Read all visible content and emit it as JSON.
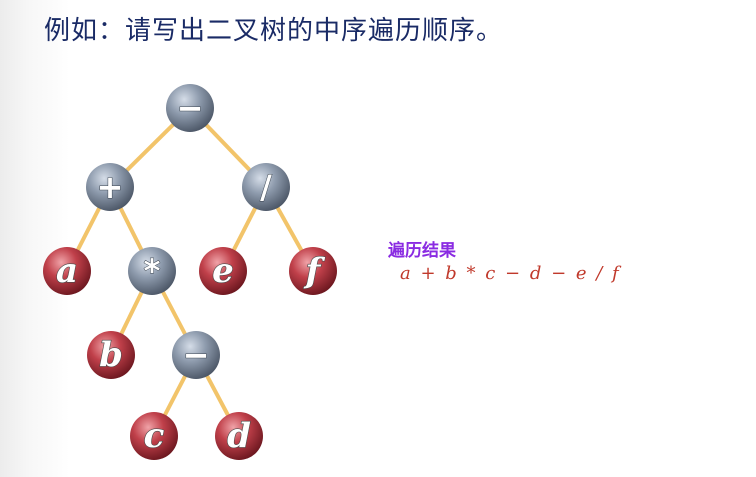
{
  "title": "例如：请写出二叉树的中序遍历顺序。",
  "tree": {
    "nodes": [
      {
        "id": "root",
        "label": "−",
        "kind": "operator"
      },
      {
        "id": "plus",
        "label": "+",
        "kind": "operator"
      },
      {
        "id": "div",
        "label": "/",
        "kind": "operator"
      },
      {
        "id": "a",
        "label": "a",
        "kind": "operand"
      },
      {
        "id": "mul",
        "label": "*",
        "kind": "operator"
      },
      {
        "id": "e",
        "label": "e",
        "kind": "operand"
      },
      {
        "id": "f",
        "label": "f",
        "kind": "operand"
      },
      {
        "id": "b",
        "label": "b",
        "kind": "operand"
      },
      {
        "id": "minus2",
        "label": "−",
        "kind": "operator"
      },
      {
        "id": "c",
        "label": "c",
        "kind": "operand"
      },
      {
        "id": "d",
        "label": "d",
        "kind": "operand"
      }
    ],
    "edges": [
      [
        "root",
        "plus"
      ],
      [
        "root",
        "div"
      ],
      [
        "plus",
        "a"
      ],
      [
        "plus",
        "mul"
      ],
      [
        "div",
        "e"
      ],
      [
        "div",
        "f"
      ],
      [
        "mul",
        "b"
      ],
      [
        "mul",
        "minus2"
      ],
      [
        "minus2",
        "c"
      ],
      [
        "minus2",
        "d"
      ]
    ]
  },
  "result": {
    "label": "遍历结果",
    "expression": "a + b * c − d − e / f"
  },
  "colors": {
    "operator": "#8f9cae",
    "operand": "#c0404a",
    "edge": "#f2c46a",
    "title": "#1a2b66",
    "result_label": "#8a2be2",
    "result_expr": "#c0392b"
  }
}
